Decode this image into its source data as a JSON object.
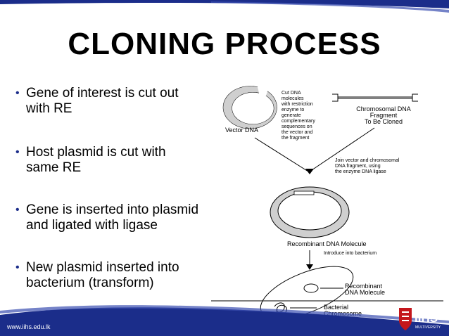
{
  "slide": {
    "title": "CLONING PROCESS",
    "bullets": [
      {
        "line1": "Gene of interest is cut out",
        "line2": "with RE"
      },
      {
        "line1": "Host plasmid is cut with",
        "line2": "same RE"
      },
      {
        "line1": "Gene is inserted into plasmid",
        "line2": "and ligated with ligase"
      },
      {
        "line1": "New plasmid inserted into",
        "line2": "bacterium (transform)"
      }
    ]
  },
  "diagram": {
    "vector_label": "Vector DNA",
    "cut_note": [
      "Cut DNA",
      "molecules",
      "with restriction",
      "enzyme to",
      "generate",
      "complementary",
      "sequences on",
      "the vector and",
      "the fragment"
    ],
    "fragment_label": [
      "Chromosomal DNA",
      "Fragment",
      "To Be Cloned"
    ],
    "join_note": [
      "Join vector and chromosomal",
      "DNA fragment, using",
      "the enzyme DNA ligase"
    ],
    "recombinant_label": "Recombinant DNA Molecule",
    "introduce_note": "Introduce into bacterium",
    "inner_recombinant_label": [
      "Recombinant",
      "DNA Molecule"
    ],
    "bacterial_label": [
      "Bacterial",
      "Chromosome"
    ]
  },
  "footer": {
    "url": "www.iihs.edu.lk",
    "logo_text": "IIHS",
    "logo_subtext": "MULTIVERSITY"
  },
  "colors": {
    "navy": "#1b2d8a",
    "bullet_dot": "#1b2d8a",
    "logo_red": "#c4161c"
  }
}
